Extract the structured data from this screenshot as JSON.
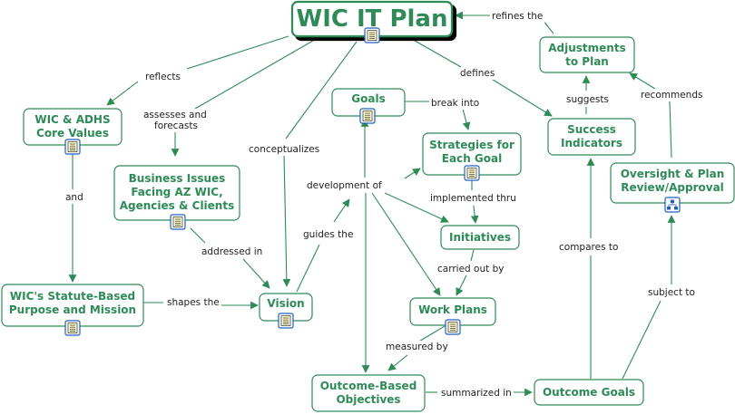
{
  "title": "WIC IT Plan",
  "nodes": {
    "wic_it_plan": "WIC IT Plan",
    "adjustments": [
      "Adjustments",
      "to Plan"
    ],
    "core_values": [
      "WIC & ADHS",
      "Core Values"
    ],
    "goals": "Goals",
    "success_indicators": [
      "Success",
      "Indicators"
    ],
    "strategies": [
      "Strategies for",
      "Each Goal"
    ],
    "business_issues": [
      "Business Issues",
      "Facing AZ WIC,",
      "Agencies & Clients"
    ],
    "oversight": [
      "Oversight & Plan",
      "Review/Approval"
    ],
    "initiatives": "Initiatives",
    "statute": [
      "WIC's Statute-Based",
      "Purpose and Mission"
    ],
    "vision": "Vision",
    "work_plans": "Work Plans",
    "outcome_objectives": [
      "Outcome-Based",
      "Objectives"
    ],
    "outcome_goals": "Outcome Goals"
  },
  "links": {
    "refines_the": "refines the",
    "reflects": "reflects",
    "defines": "defines",
    "assesses_and": "assesses and",
    "forecasts": "forecasts",
    "break_into": "break into",
    "suggests": "suggests",
    "recommends": "recommends",
    "conceptualizes": "conceptualizes",
    "and": "and",
    "development_of": "development of",
    "implemented_thru": "implemented thru",
    "guides_the": "guides the",
    "addressed_in": "addressed in",
    "compares_to": "compares to",
    "carried_out_by": "carried out by",
    "shapes_the": "shapes the",
    "subject_to": "subject to",
    "measured_by": "measured by",
    "summarized_in": "summarized in"
  },
  "icons": {
    "document": "document-icon",
    "hierarchy": "hierarchy-icon"
  },
  "colors": {
    "node_text": "#2e8b57",
    "border": "#2e8b57",
    "edge": "#2e8b57",
    "label_text": "#222222",
    "icon_blue": "#1f5fbf"
  }
}
